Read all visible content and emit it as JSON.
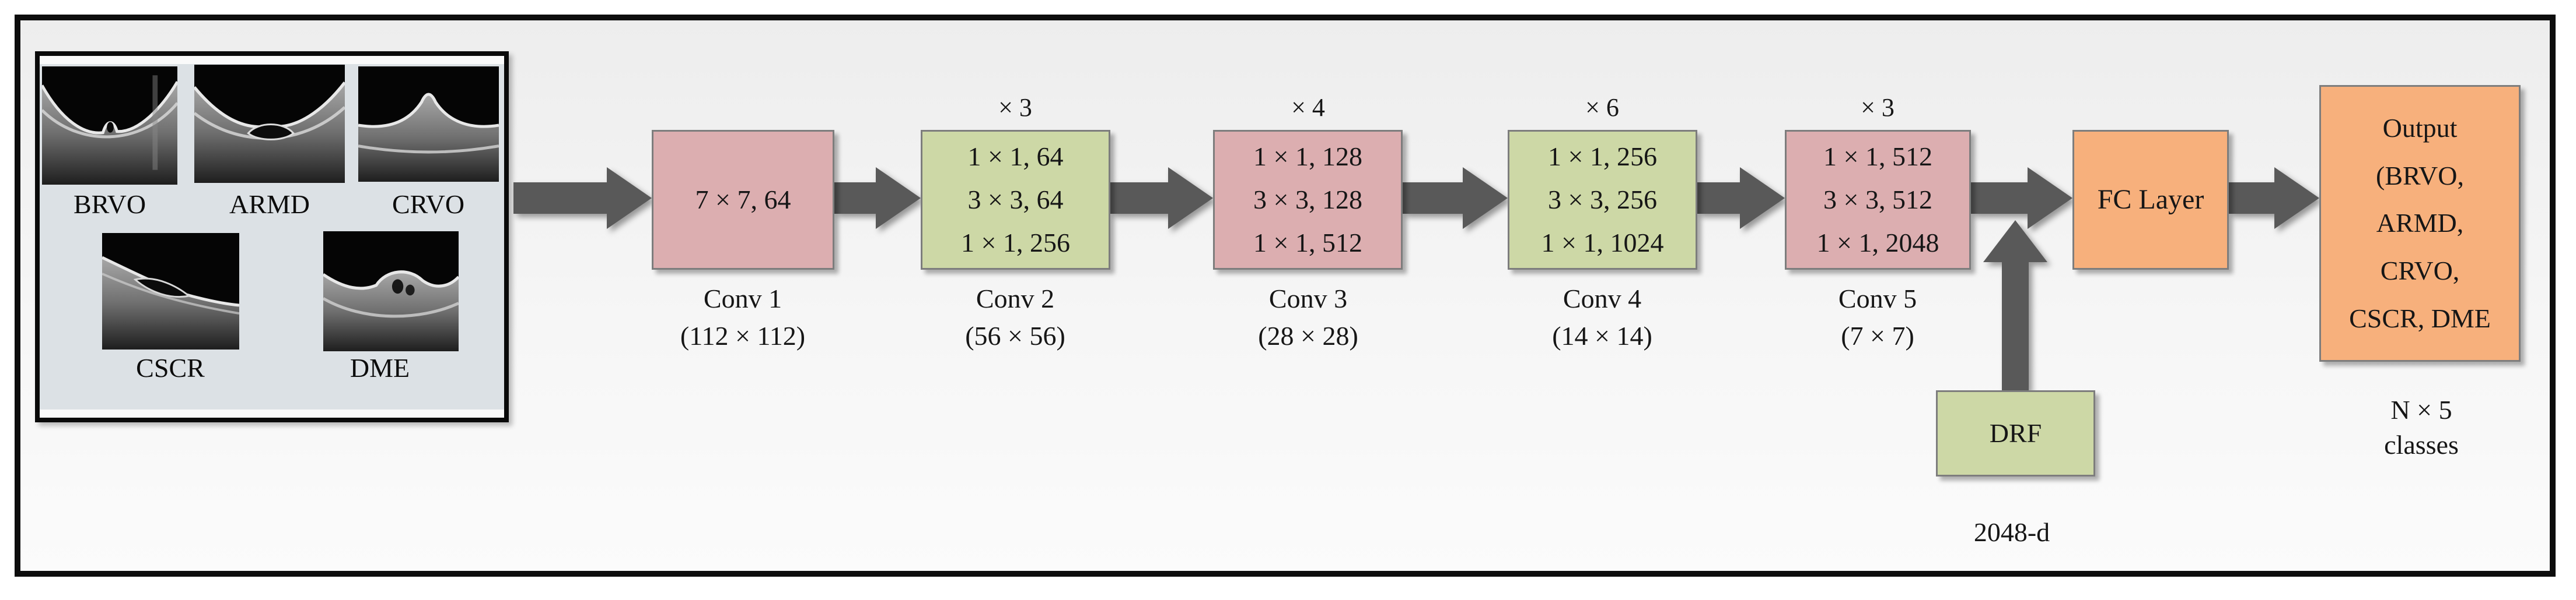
{
  "figure": {
    "input_panel": {
      "images": [
        {
          "label": "BRVO"
        },
        {
          "label": "ARMD"
        },
        {
          "label": "CRVO"
        },
        {
          "label": "CSCR"
        },
        {
          "label": "DME"
        }
      ]
    },
    "stages": [
      {
        "multiplier": "",
        "lines": [
          "7 × 7, 64"
        ],
        "name": "Conv 1",
        "size": "(112 × 112)"
      },
      {
        "multiplier": "× 3",
        "lines": [
          "1 × 1, 64",
          "3 × 3, 64",
          "1 × 1, 256"
        ],
        "name": "Conv 2",
        "size": "(56 × 56)"
      },
      {
        "multiplier": "× 4",
        "lines": [
          "1 × 1, 128",
          "3 × 3, 128",
          "1 × 1, 512"
        ],
        "name": "Conv 3",
        "size": "(28 × 28)"
      },
      {
        "multiplier": "× 6",
        "lines": [
          "1 × 1, 256",
          "3 × 3, 256",
          "1 × 1, 1024"
        ],
        "name": "Conv 4",
        "size": "(14 × 14)"
      },
      {
        "multiplier": "× 3",
        "lines": [
          "1 × 1, 512",
          "3 × 3, 512",
          "1 × 1, 2048"
        ],
        "name": "Conv 5",
        "size": "(7 × 7)"
      }
    ],
    "fc": {
      "label": "FC Layer"
    },
    "drf": {
      "label": "DRF",
      "dim": "2048-d"
    },
    "output": {
      "lines": [
        "Output",
        "(BRVO,",
        "ARMD,",
        "CRVO,",
        "CSCR, DME"
      ],
      "note": [
        "N × 5",
        "classes"
      ]
    },
    "colors": {
      "pink": "#dcaeb0",
      "green": "#cdd8a6",
      "orange": "#f7b07c",
      "arrow": "#595959",
      "panel_bg": "#dce1e5"
    }
  }
}
